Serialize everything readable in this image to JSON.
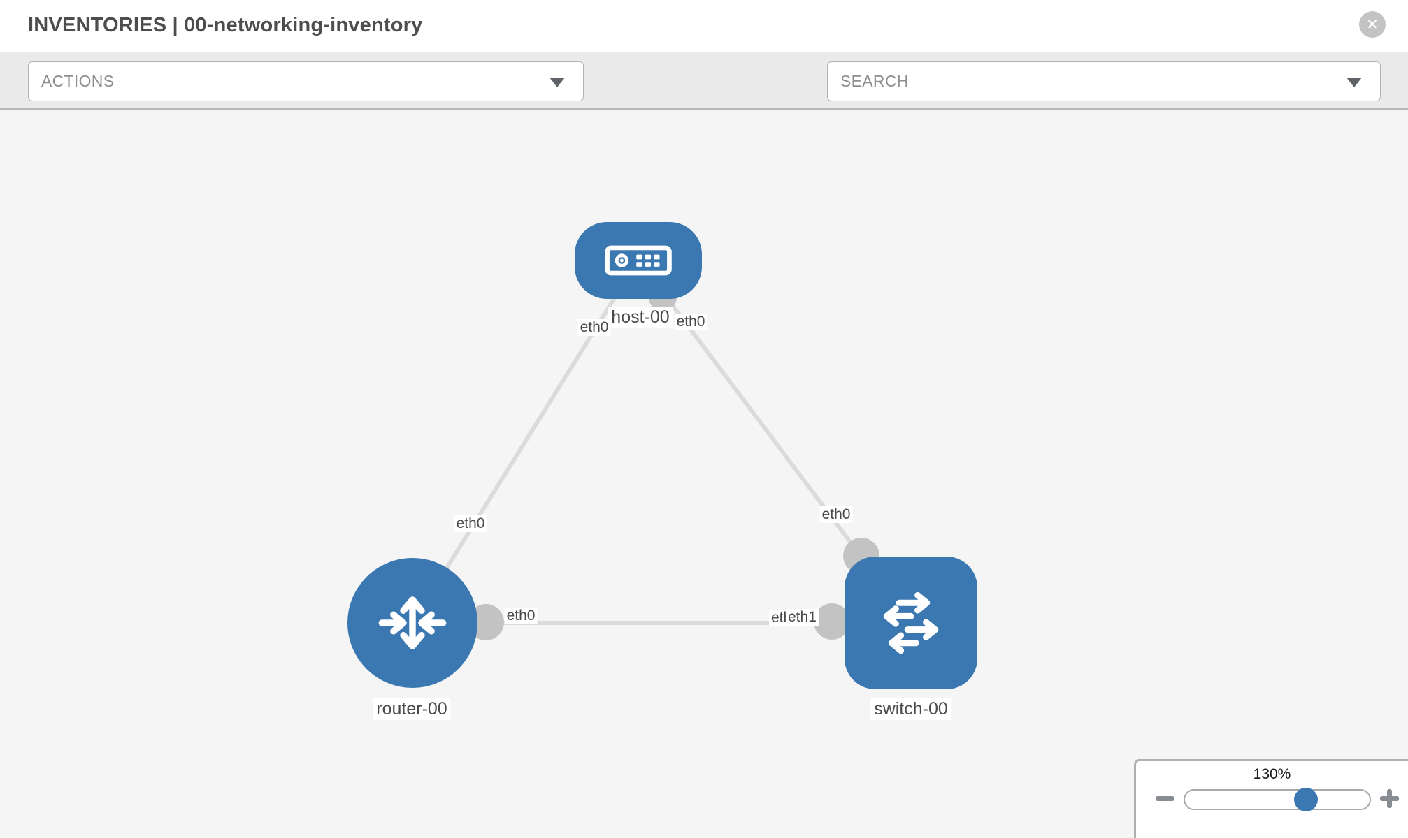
{
  "header": {
    "title": "INVENTORIES | 00-networking-inventory"
  },
  "toolbar": {
    "actions_label": "ACTIONS",
    "search_label": "SEARCH",
    "tool_icons": [
      "wrench-icon",
      "key-icon"
    ]
  },
  "topology": {
    "nodes": {
      "host": {
        "label": "host-00",
        "type": "host",
        "icon": "server-icon"
      },
      "router": {
        "label": "router-00",
        "type": "router",
        "icon": "router-crossed-arrows-icon"
      },
      "switch": {
        "label": "switch-00",
        "type": "switch",
        "icon": "switch-exchange-arrows-icon"
      }
    },
    "interfaces": {
      "host_end_to_router": "eth0",
      "host_end_to_switch": "eth0",
      "router_end_to_host": "eth0",
      "switch_end_to_host": "eth0",
      "router_end_to_switch": "eth0",
      "switch_end_to_router_back": "eth0",
      "switch_end_to_router_front": "eth1"
    },
    "links": [
      {
        "from": "host-00",
        "to": "router-00"
      },
      {
        "from": "host-00",
        "to": "switch-00"
      },
      {
        "from": "router-00",
        "to": "switch-00"
      }
    ]
  },
  "zoom_control": {
    "level": "130%"
  },
  "colors": {
    "node_blue": "#3b78b2",
    "edge_gray": "#dbdbdb",
    "connector_gray": "#c3c3c3",
    "toolbar_bg": "#eaeaea",
    "canvas_bg": "#f5f5f5",
    "title_text": "#4d4d4d"
  }
}
